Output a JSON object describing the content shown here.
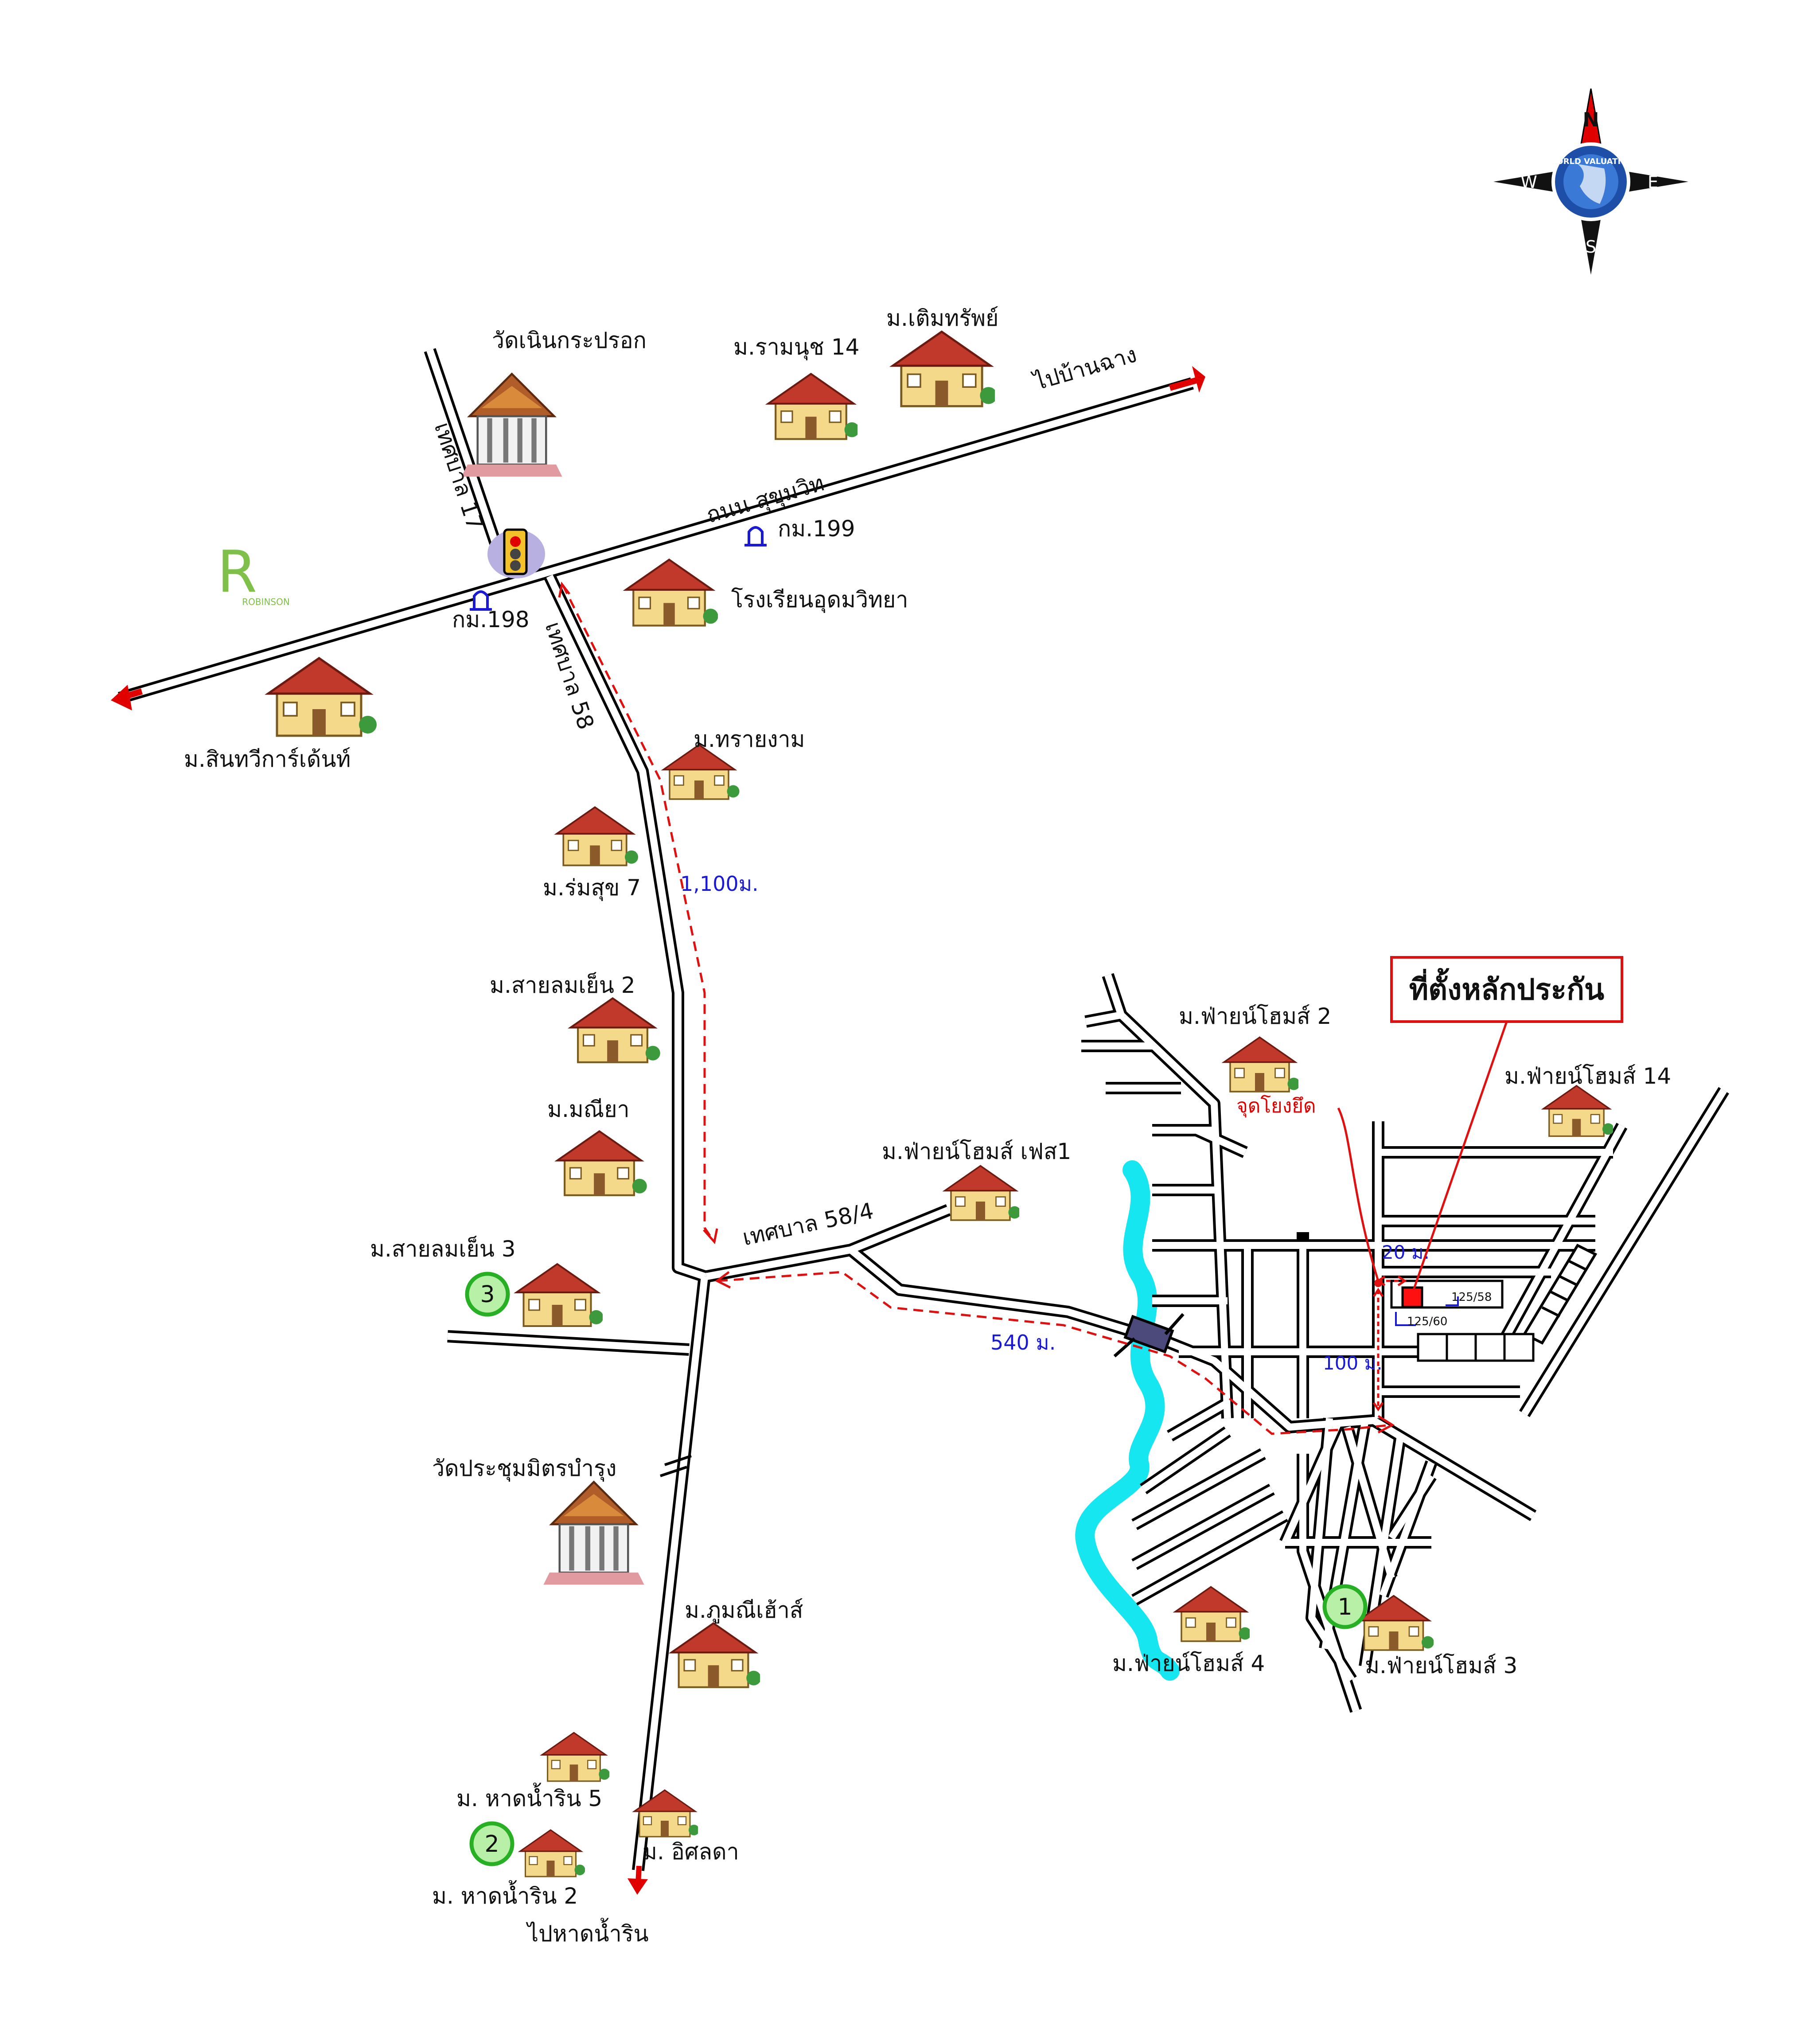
{
  "colors": {
    "road_outline": "#000000",
    "road_fill": "#ffffff",
    "river": "#16e6f0",
    "route_dash": "#e01010",
    "distance_text": "#1a1ad6",
    "arrow": "#e00000",
    "marker_fill": "#b8f0a8",
    "marker_stroke": "#27b024",
    "compass_north": "#e00000",
    "compass_globe": "#1d4fa8"
  },
  "compass": {
    "north": "N",
    "south": "S",
    "east": "E",
    "west": "W",
    "ring_text": "WORLD VALUATION"
  },
  "logos": {
    "robinson_letter": "R",
    "robinson_text": "ROBINSON"
  },
  "roads": {
    "sukhumvit": "ถนน สุขุมวิท",
    "thesaban_17": "เทศบาล 17",
    "thesaban_58": "เทศบาล 58",
    "thesaban_58_4": "เทศบาล 58/4"
  },
  "km_markers": {
    "km199": "กม.199",
    "km198": "กม.198"
  },
  "directions": {
    "to_ban_chang": "ไปบ้านฉาง",
    "to_hat_nam_rin": "ไปหาดน้ำริน"
  },
  "landmarks": {
    "wat_noen": "วัดเนินกระปรอก",
    "ramanut_14": "ม.รามนุช 14",
    "toem_sap": "ม.เติมทรัพย์",
    "school": "โรงเรียนอุดมวิทยา",
    "sinthawee": "ม.สินทวีการ์เด้นท์",
    "sai_ngam": "ม.ทรายงาม",
    "romsuk_7": "ม.ร่มสุข 7",
    "sailom_2": "ม.สายลมเย็น 2",
    "maneeya": "ม.มณียา",
    "fern_phase1": "ม.ฟ่ายน์โฮมส์ เฟส1",
    "sailom_3": "ม.สายลมเย็น 3",
    "wat_prachum": "วัดประชุมมิตรบำรุง",
    "phumanee": "ม.ภูมณีเฮ้าส์",
    "hat_nam_rin_5": "ม. หาดน้ำริน 5",
    "itsada": "ม. อิศลดา",
    "hat_nam_rin_2": "ม. หาดน้ำริน 2",
    "fern_2": "ม.ฟ่ายน์โฮมส์ 2",
    "fern_14": "ม.ฟ่ายน์โฮมส์ 14",
    "fern_4": "ม.ฟ่ายน์โฮมส์ 4",
    "fern_3": "ม.ฟ่ายน์โฮมส์ 3"
  },
  "distances": {
    "route_1": "1,100ม.",
    "route_2": "540 ม.",
    "d20": "20 ม.",
    "d100": "100 ม."
  },
  "reference_point": "จุดโยงยึด",
  "collateral_location": "ที่ตั้งหลักประกัน",
  "plot_labels": {
    "p1": "125/58",
    "p2": "125/60"
  },
  "markers": {
    "m1": "1",
    "m2": "2",
    "m3": "3"
  }
}
